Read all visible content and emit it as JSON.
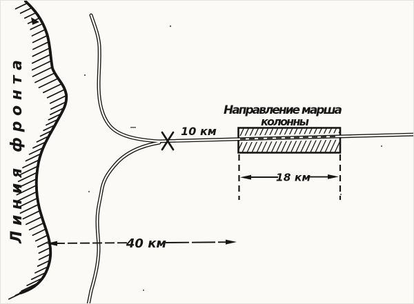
{
  "figure": {
    "colors": {
      "ink": "#161616",
      "paper": "#fbfaf7"
    },
    "labels": {
      "front_line": "Линия фронта",
      "march_direction_line1": "Направление марша",
      "march_direction_line2": "колонны",
      "distance_road_segment": "10 км",
      "column_length": "18 км",
      "front_to_column": "40 км"
    }
  }
}
